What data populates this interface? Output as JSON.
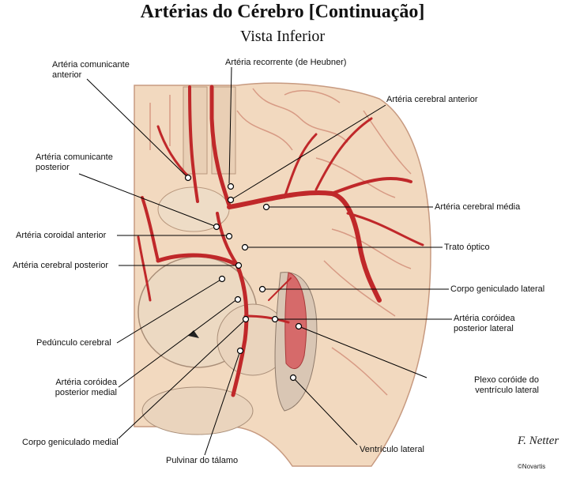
{
  "title": "Artérias do Cérebro [Continuação]",
  "subtitle": "Vista Inferior",
  "labels": {
    "comunicante_anterior_1": "Artéria comunicante",
    "comunicante_anterior_2": "anterior",
    "recorrente": "Artéria recorrente (de Heubner)",
    "cerebral_anterior": "Artéria cerebral anterior",
    "comunicante_posterior_1": "Artéria comunicante",
    "comunicante_posterior_2": "posterior",
    "cerebral_media": "Artéria cerebral média",
    "coroidal_anterior": "Artéria coroidal anterior",
    "trato_optico": "Trato óptico",
    "cerebral_posterior": "Artéria cerebral posterior",
    "geniculado_lateral": "Corpo geniculado lateral",
    "coroidea_post_lat_1": "Artéria coróidea",
    "coroidea_post_lat_2": "posterior lateral",
    "pedunculo": "Pedúnculo cerebral",
    "coroidea_post_med_1": "Artéria coróidea",
    "coroidea_post_med_2": "posterior medial",
    "plexo_1": "Plexo coróide do",
    "plexo_2": "ventrículo lateral",
    "geniculado_medial": "Corpo geniculado medial",
    "pulvinar": "Pulvinar do tálamo",
    "ventriculo_lateral": "Ventrículo lateral"
  },
  "signature": "F. Netter",
  "copyright": "©Novartis",
  "colors": {
    "artery": "#c0282a",
    "brain": "#f2d9bf",
    "gyri_line": "#d79a84",
    "leader": "#000000"
  }
}
